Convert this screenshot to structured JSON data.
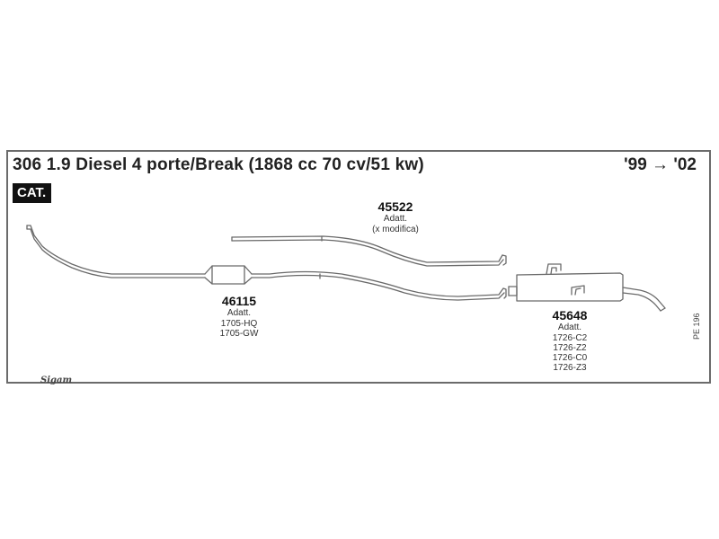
{
  "header": {
    "title": "306 1.9 Diesel 4 porte/Break (1868 cc 70 cv/51 kw)",
    "years": "'99 → '02",
    "badge": "CAT."
  },
  "parts": [
    {
      "id": "45522",
      "adatt": "Adatt.",
      "note": "(x modifica)",
      "codes": []
    },
    {
      "id": "46115",
      "adatt": "Adatt.",
      "note": "",
      "codes": [
        "1705-HQ",
        "1705-GW"
      ]
    },
    {
      "id": "45648",
      "adatt": "Adatt.",
      "note": "",
      "codes": [
        "1726-C2",
        "1726-Z2",
        "1726-C0",
        "1726-Z3"
      ]
    }
  ],
  "reference": "PE 196",
  "brand": "Sigam"
}
